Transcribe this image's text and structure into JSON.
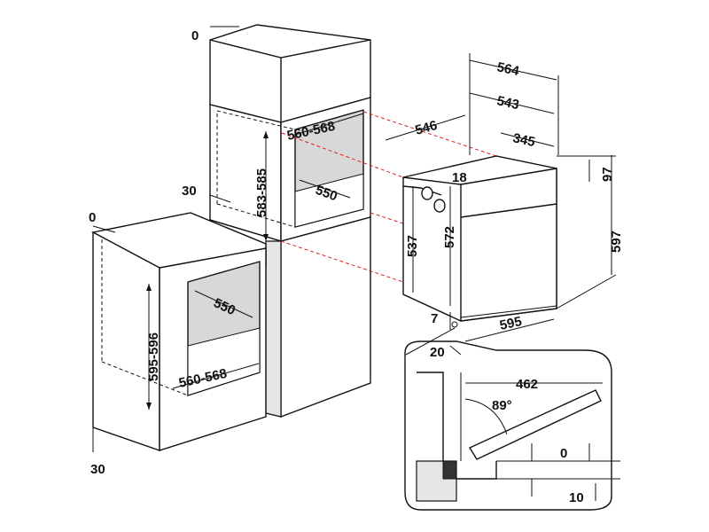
{
  "labels": {
    "tall_top": "0",
    "tall_opening_width": "560-568",
    "tall_opening_height": "583-585",
    "tall_depth": "550",
    "tall_left": "30",
    "base_top": "0",
    "base_depth": "550",
    "base_height": "595-596",
    "base_width": "560-568",
    "base_bottom": "30",
    "oven_564": "564",
    "oven_543": "543",
    "oven_546": "546",
    "oven_345": "345",
    "oven_18": "18",
    "oven_97": "97",
    "oven_537": "537",
    "oven_572": "572",
    "oven_597": "597",
    "oven_7": "7",
    "oven_595": "595",
    "oven_20": "20",
    "detail_462": "462",
    "detail_angle": "89°",
    "detail_0": "0",
    "detail_10": "10"
  }
}
